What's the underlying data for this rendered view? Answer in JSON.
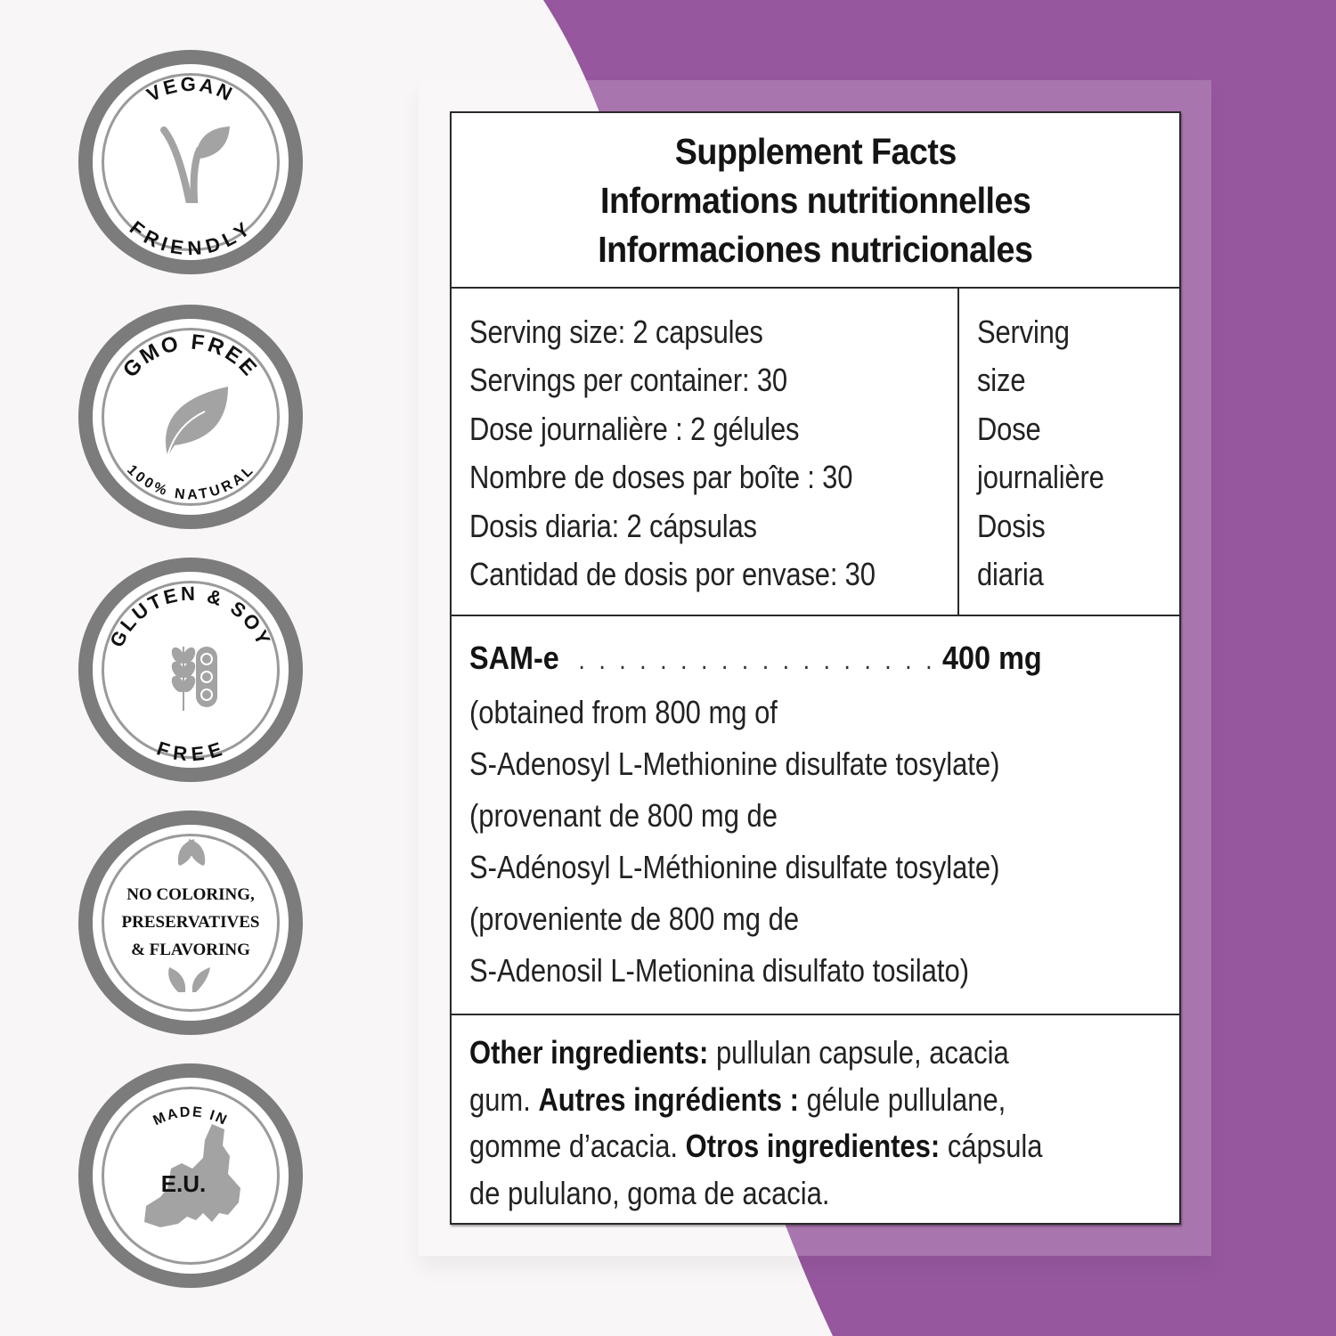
{
  "colors": {
    "background": "#f8f6f7",
    "purple_arc": "#96579e",
    "purple_card_tint": "#a76fad",
    "badge_gray": "#7c7c7c",
    "icon_gray": "#a3a3a3",
    "text": "#1c1c1c"
  },
  "badges": [
    {
      "id": "vegan",
      "top_text": "VEGAN",
      "bottom_text": "FRIENDLY",
      "icon": "v-leaf-icon"
    },
    {
      "id": "gmo",
      "top_text": "GMO FREE",
      "bottom_text": "100% NATURAL",
      "icon": "leaf-icon"
    },
    {
      "id": "gluten",
      "top_text": "GLUTEN & SOY",
      "bottom_text": "FREE",
      "icon": "wheat-soybean-icon"
    },
    {
      "id": "no-coloring",
      "lines": [
        "NO COLORING,",
        "PRESERVATIVES",
        "& FLAVORING"
      ],
      "icon": "leaves-icon"
    },
    {
      "id": "eu",
      "top_text": "MADE IN",
      "center_text": "E.U.",
      "icon": "europe-map-icon"
    }
  ],
  "facts": {
    "titles": [
      "Supplement Facts",
      "Informations nutritionnelles",
      "Informaciones nutricionales"
    ],
    "serving_left": [
      "Serving size: 2 capsules",
      "Servings per container: 30",
      "Dose journalière : 2 gélules",
      "Nombre de doses par boîte : 30",
      "Dosis diaria: 2 cápsulas",
      "Cantidad de dosis por envase: 30"
    ],
    "serving_right": [
      "Serving",
      "size",
      "Dose",
      "journalière",
      "Dosis",
      "diaria"
    ],
    "ingredient": {
      "name": "SAM-e",
      "dots": ". . . . . . . . . . . . . . . . . . . . . . . . . .",
      "amount": "400 mg",
      "details": [
        "(obtained from 800 mg of",
        "S-Adenosyl L-Methionine disulfate tosylate)",
        "(provenant de 800 mg de",
        "S-Adénosyl L-Méthionine disulfate tosylate)",
        "(proveniente de 800 mg de",
        "S-Adenosil L-Metionina disulfato tosilato)"
      ]
    },
    "other": {
      "en_label": "Other ingredients:",
      "en_text_1": " pullulan capsule, acacia",
      "en_text_2": "gum. ",
      "fr_label": "Autres ingrédients :",
      "fr_text_1": " gélule pullulane,",
      "fr_text_2": "gomme d’acacia. ",
      "es_label": "Otros ingredientes:",
      "es_text_1": " cápsula",
      "es_text_2": "de pululano, goma de acacia."
    }
  }
}
